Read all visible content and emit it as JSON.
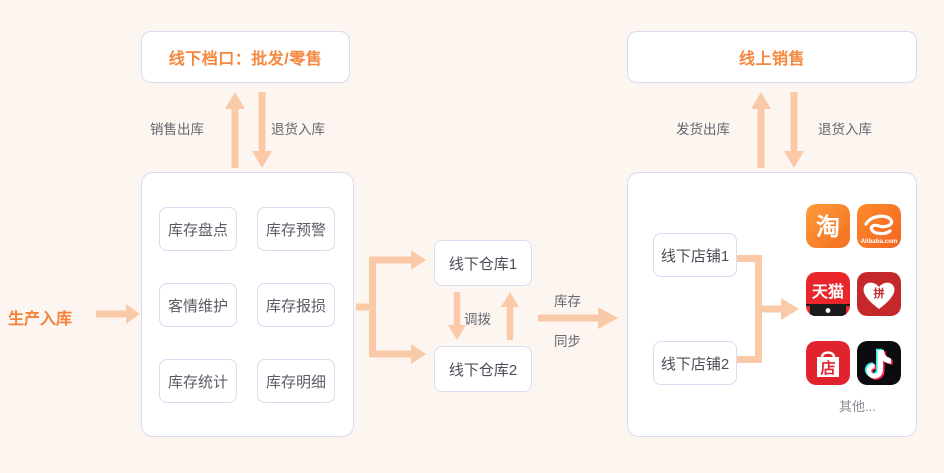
{
  "diagram": {
    "title_offline": "线下档口：批发/零售",
    "title_online": "线上销售",
    "entry_label": "生产入库",
    "flows": {
      "offline_out": "销售出库",
      "offline_return": "退货入库",
      "online_out": "发货出库",
      "online_return": "退货入库",
      "transfer": "调拨",
      "sync_top": "库存",
      "sync_bottom": "同步"
    },
    "inventory_functions": [
      {
        "label": "库存盘点"
      },
      {
        "label": "库存预警"
      },
      {
        "label": "客情维护"
      },
      {
        "label": "库存报损"
      },
      {
        "label": "库存统计"
      },
      {
        "label": "库存明细"
      }
    ],
    "warehouses": [
      {
        "label": "线下仓库1"
      },
      {
        "label": "线下仓库2"
      }
    ],
    "shops": [
      {
        "label": "线下店铺1"
      },
      {
        "label": "线下店铺2"
      }
    ],
    "platforms": [
      {
        "name": "taobao",
        "glyph": "淘"
      },
      {
        "name": "alibaba",
        "glyph": "Alibaba.com"
      },
      {
        "name": "tmall",
        "glyph": "天猫"
      },
      {
        "name": "pinduoduo",
        "glyph": "拼"
      },
      {
        "name": "jd-shop",
        "glyph": "店"
      },
      {
        "name": "douyin",
        "glyph": "♪"
      }
    ],
    "platforms_more": "其他...",
    "colors": {
      "background": "#fdf5f0",
      "accent": "#f4813a",
      "arrow": "#fac9a8",
      "card_border": "#d9dbf0",
      "card_bg": "#ffffff",
      "text": "#5c5c66"
    }
  }
}
